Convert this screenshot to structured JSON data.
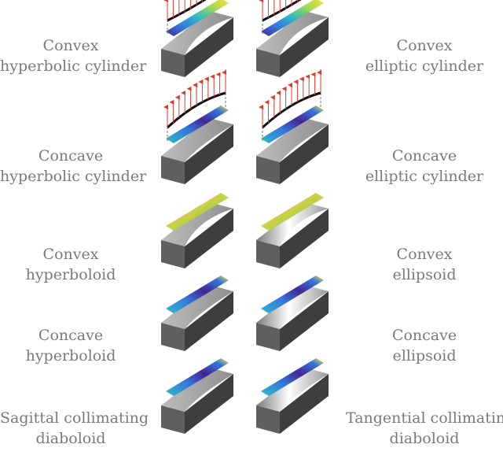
{
  "rows": [
    {
      "left": {
        "line1": "Convex",
        "line2": "hyperbolic cylinder"
      },
      "right": {
        "line1": "Convex",
        "line2": "elliptic cylinder"
      }
    },
    {
      "left": {
        "line1": "Concave",
        "line2": "hyperbolic cylinder"
      },
      "right": {
        "line1": "Concave",
        "line2": "elliptic cylinder"
      }
    },
    {
      "left": {
        "line1": "Convex",
        "line2": "hyperboloid"
      },
      "right": {
        "line1": "Convex",
        "line2": "ellipsoid"
      }
    },
    {
      "left": {
        "line1": "Concave",
        "line2": "hyperboloid"
      },
      "right": {
        "line1": "Concave",
        "line2": "ellipsoid"
      }
    },
    {
      "left": {
        "line1": "Sagittal collimating",
        "line2": "diaboloid"
      },
      "right": {
        "line1": "Tangential collimating",
        "line2": "diaboloid"
      }
    }
  ],
  "colors": {
    "label_text": "#7a7a7a",
    "block_top": "#a9a9a9",
    "block_front": "#5f5f5f",
    "block_side": "#3e3e3e",
    "arrow": "#e03a2a",
    "beam": "#111111",
    "colormap": [
      "#3b1e8f",
      "#2a6fdb",
      "#25b7c4",
      "#9bd64a",
      "#f5e62a",
      "#f4c430"
    ]
  }
}
